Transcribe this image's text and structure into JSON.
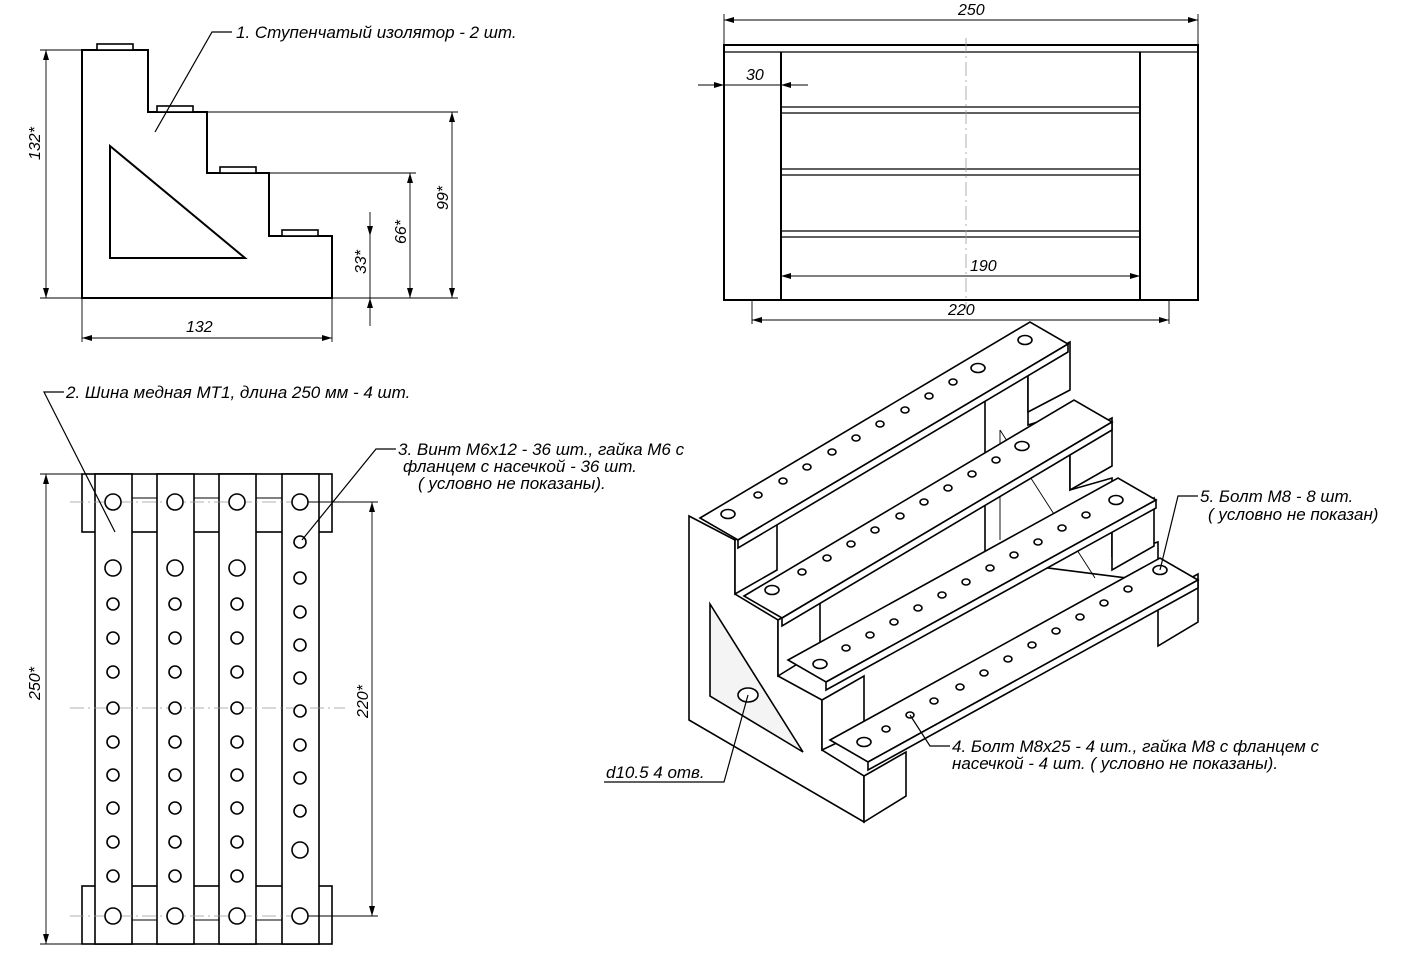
{
  "labels": {
    "note1": "1. Ступенчатый изолятор - 2 шт.",
    "note2": "2. Шина медная МТ1, длина 250 мм - 4 шт.",
    "note3_line1": "3. Винт М6х12 - 36 шт., гайка М6 с",
    "note3_line2": "фланцем с насечкой - 36 шт.",
    "note3_line3": "( условно не показаны).",
    "note4_line1": "4. Болт М8х25 - 4 шт., гайка М8 с фланцем с",
    "note4_line2": "насечкой - 4 шт. ( условно не показаны).",
    "note5_line1": "5. Болт М8 - 8 шт.",
    "note5_line2": "( условно не показан)",
    "hole_note": "d10.5   4 отв."
  },
  "dimensions": {
    "side_height": "132*",
    "side_width": "132",
    "step_99": "99*",
    "step_66": "66*",
    "step_33": "33*",
    "top_250": "250",
    "top_30": "30",
    "top_190": "190",
    "top_220": "220",
    "bus_250": "250*",
    "bus_220": "220*"
  }
}
